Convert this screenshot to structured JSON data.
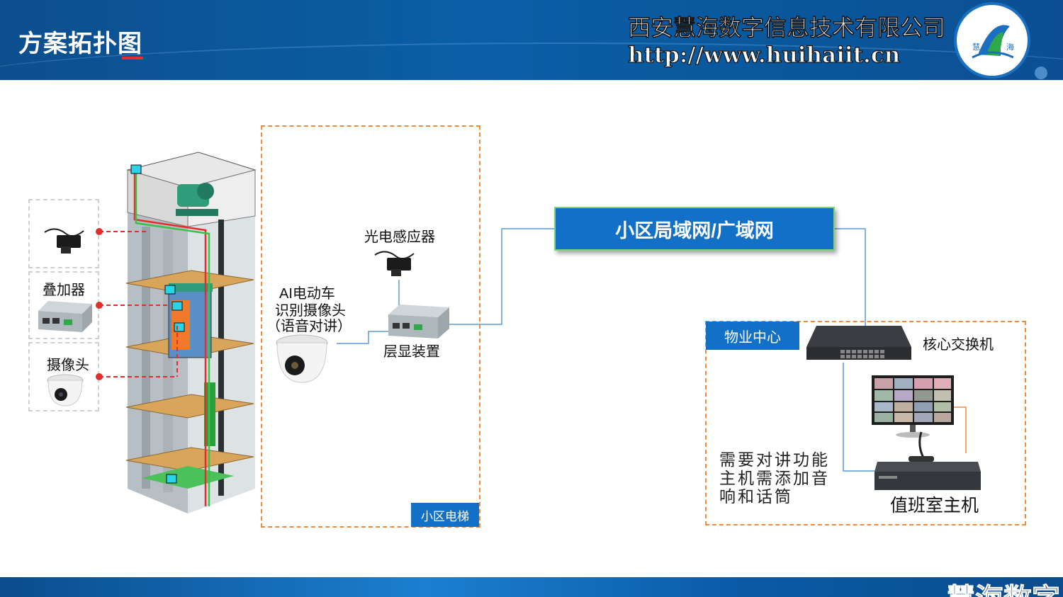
{
  "header": {
    "title": "方案拓扑图",
    "company": "西安慧海数字信息技术有限公司",
    "url": "http://www.huihaiit.cn",
    "logo_text_left": "慧",
    "logo_text_right": "海"
  },
  "devices": {
    "overlay": "叠加器",
    "camera": "摄像头",
    "ai_camera_line1": "AI电动车",
    "ai_camera_line2": "识别摄像头",
    "ai_camera_line3": "（语音对讲）",
    "photo_sensor": "光电感应器",
    "floor_display": "层显装置",
    "core_switch": "核心交换机",
    "duty_host": "值班室主机"
  },
  "zones": {
    "elevator_tag": "小区电梯",
    "property_tag": "物业中心",
    "network": "小区局域网/广域网"
  },
  "note": "需要对讲功能主机需添加音响和话筒",
  "footer": {
    "brand": "慧海数字"
  },
  "colors": {
    "brand_blue": "#1270c6",
    "accent_red": "#e52d2d",
    "dashed_orange": "#f08a3c"
  }
}
